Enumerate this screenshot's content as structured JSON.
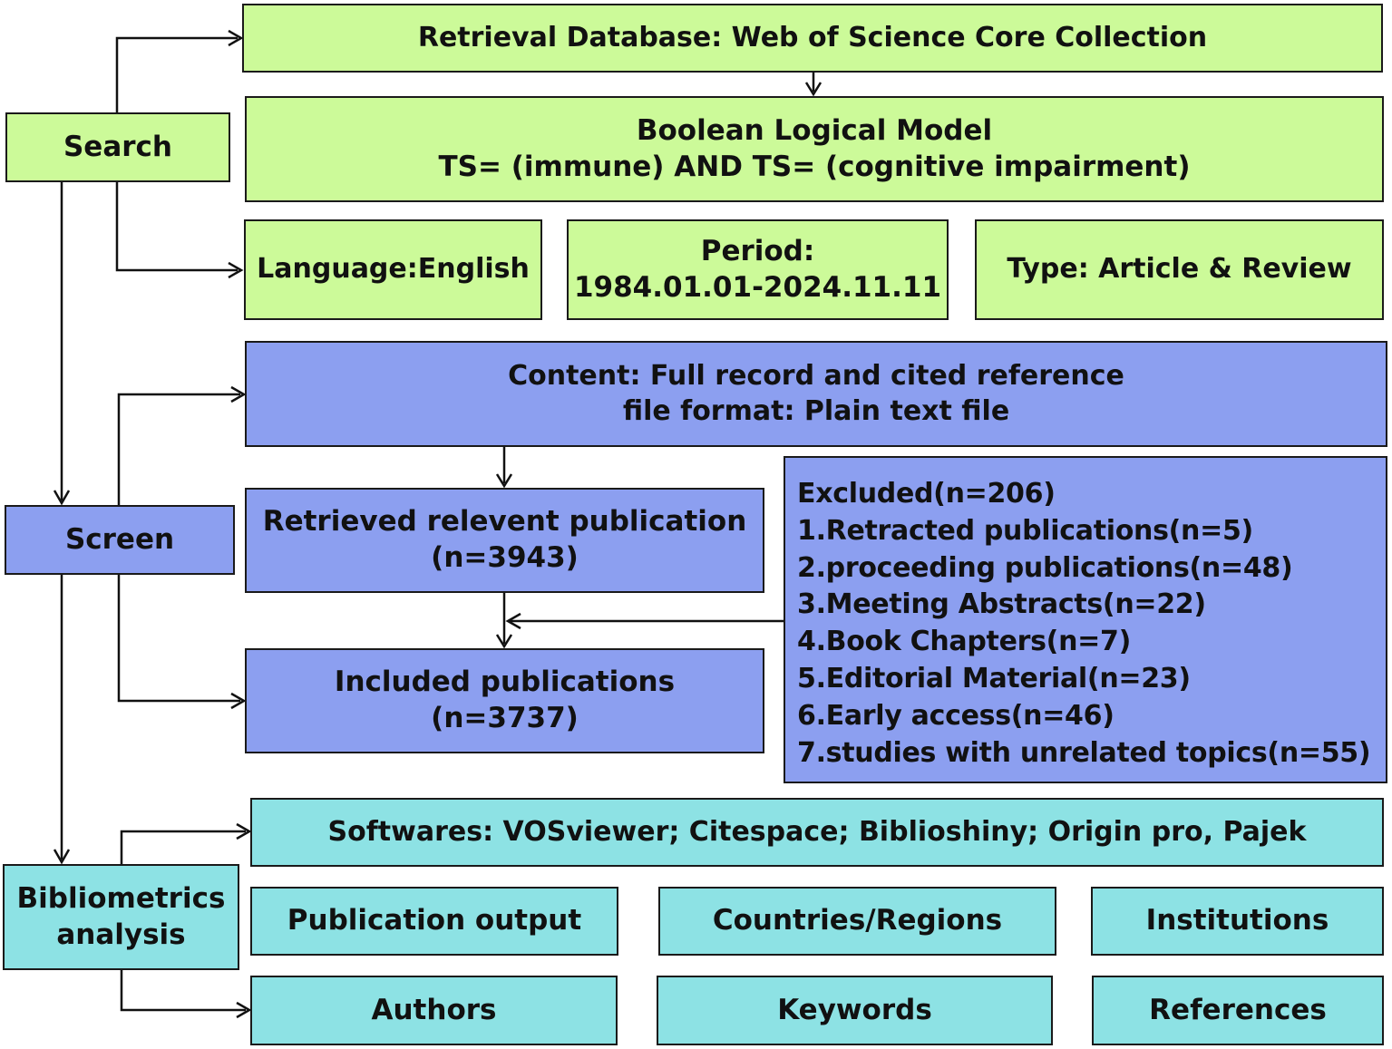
{
  "search": {
    "label": "Search",
    "database": "Retrieval Database: Web of Science Core Collection",
    "model_title": "Boolean Logical Model",
    "model_query": "TS= (immune) AND TS= (cognitive impairment)",
    "language": "Language:English",
    "period_label": "Period:",
    "period_value": "1984.01.01-2024.11.11",
    "type": "Type: Article & Review"
  },
  "screen": {
    "label": "Screen",
    "content_line1": "Content: Full record and cited reference",
    "content_line2": "file format: Plain text file",
    "retrieved_line1": "Retrieved relevent publication",
    "retrieved_line2": "(n=3943)",
    "included_line1": "Included publications",
    "included_line2": "(n=3737)",
    "excluded": [
      "Excluded(n=206)",
      "1.Retracted publications(n=5)",
      "2.proceeding publications(n=48)",
      "3.Meeting Abstracts(n=22)",
      "4.Book Chapters(n=7)",
      "5.Editorial Material(n=23)",
      "6.Early access(n=46)",
      "7.studies with unrelated topics(n=55)"
    ]
  },
  "analysis": {
    "label_line1": "Bibliometrics",
    "label_line2": "analysis",
    "softwares": "Softwares: VOSviewer; Citespace; Biblioshiny; Origin pro, Pajek",
    "publication_output": "Publication output",
    "countries": "Countries/Regions",
    "institutions": "Institutions",
    "authors": "Authors",
    "keywords": "Keywords",
    "references": "References"
  },
  "colors": {
    "search_fill": "#ccfa99",
    "screen_fill": "#8c9ff0",
    "analysis_fill": "#8de2e4",
    "line": "#111111"
  }
}
